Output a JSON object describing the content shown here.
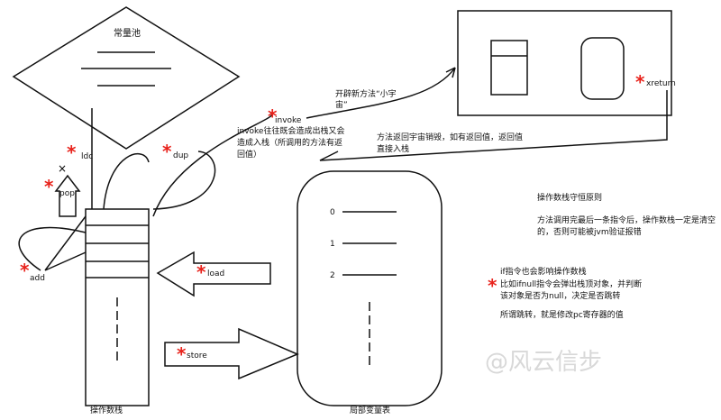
{
  "constant_pool": {
    "title": "常量池"
  },
  "operand_stack": {
    "title": "操作数栈"
  },
  "local_vars": {
    "title": "局部变量表",
    "slots": [
      "0",
      "1",
      "2"
    ]
  },
  "ops": {
    "ldc": "ldc",
    "dup": "dup",
    "pop": "pop",
    "add": "add",
    "load": "load",
    "store": "store",
    "invoke": "invoke",
    "xreturn": "xreturn"
  },
  "notes": {
    "invoke_new": [
      "开辟新方法“小宇",
      "宙”"
    ],
    "invoke_desc": [
      "invoke往往既会造成出栈又会",
      "造成入栈（所调用的方法有返",
      "回值）"
    ],
    "return_desc": [
      "方法返回宇宙销毁，如有返回值，返回值",
      "直接入栈"
    ],
    "conservation_title": "操作数栈守恒原则",
    "conservation_desc": [
      "方法调用完最后一条指令后，操作数栈一定是清空",
      "的，否则可能被jvm验证报错"
    ],
    "if_desc": [
      "if指令也会影响操作数栈",
      "比如ifnull指令会弹出栈顶对象，并判断",
      "该对象是否为null，决定是否跳转"
    ],
    "jump_desc": "所谓跳转，就是修改pc寄存器的值"
  },
  "watermark": "@风云信步",
  "star_color": "#e8231c"
}
